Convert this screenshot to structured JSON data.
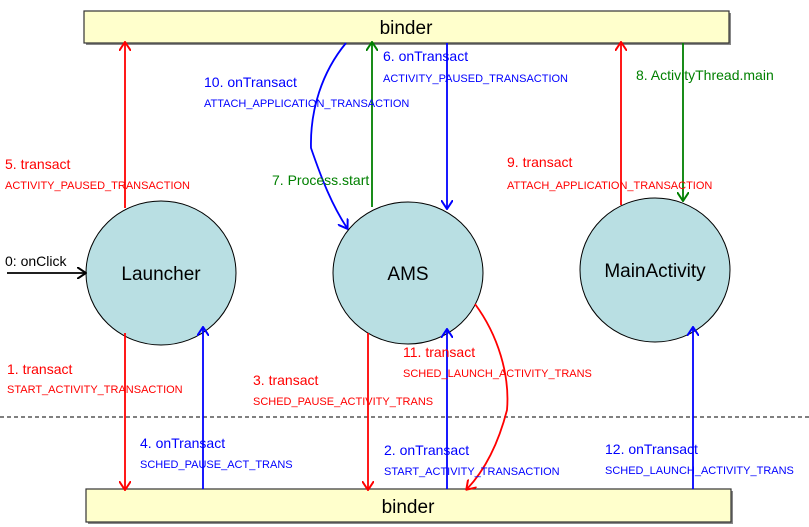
{
  "colors": {
    "red": "#ff0000",
    "blue": "#0000ff",
    "green": "#008000",
    "black": "#000000",
    "node_fill": "#b9dfe3",
    "binder_fill": "#ffffcc"
  },
  "binders": {
    "top": {
      "label": "binder"
    },
    "bottom": {
      "label": "binder"
    }
  },
  "nodes": {
    "launcher": {
      "label": "Launcher"
    },
    "ams": {
      "label": "AMS"
    },
    "main_activity": {
      "label": "MainActivity"
    }
  },
  "steps": [
    {
      "id": "0",
      "title": "0: onClick",
      "subtitle": "",
      "color": "black"
    },
    {
      "id": "1",
      "title": "1. transact",
      "subtitle": "START_ACTIVITY_TRANSACTION",
      "color": "red"
    },
    {
      "id": "2",
      "title": "2. onTransact",
      "subtitle": "START_ACTIVITY_TRANSACTION",
      "color": "blue"
    },
    {
      "id": "3",
      "title": "3. transact",
      "subtitle": "SCHED_PAUSE_ACTIVITY_TRANS",
      "color": "red"
    },
    {
      "id": "4",
      "title": "4. onTransact",
      "subtitle": "SCHED_PAUSE_ACT_TRANS",
      "color": "blue"
    },
    {
      "id": "5",
      "title": "5. transact",
      "subtitle": "ACTIVITY_PAUSED_TRANSACTION",
      "color": "red"
    },
    {
      "id": "6",
      "title": "6. onTransact",
      "subtitle": "ACTIVITY_PAUSED_TRANSACTION",
      "color": "blue"
    },
    {
      "id": "7",
      "title": "7. Process.start",
      "subtitle": "",
      "color": "green"
    },
    {
      "id": "8",
      "title": "8. ActivityThread.main",
      "subtitle": "",
      "color": "green"
    },
    {
      "id": "9",
      "title": "9. transact",
      "subtitle": "ATTACH_APPLICATION_TRANSACTION",
      "color": "red"
    },
    {
      "id": "10",
      "title": "10. onTransact",
      "subtitle": "ATTACH_APPLICATION_TRANSACTION",
      "color": "blue"
    },
    {
      "id": "11",
      "title": "11. transact",
      "subtitle": "SCHED_LAUNCH_ACTIVITY_TRANS",
      "color": "red"
    },
    {
      "id": "12",
      "title": "12. onTransact",
      "subtitle": "SCHED_LAUNCH_ACTIVITY_TRANS",
      "color": "blue"
    }
  ]
}
